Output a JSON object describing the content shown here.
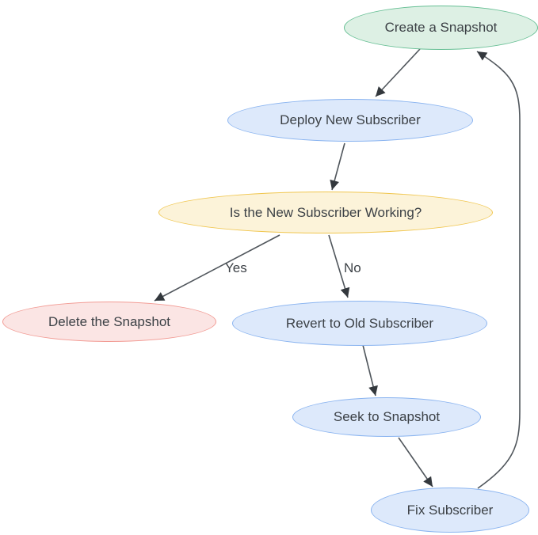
{
  "diagram": {
    "title": "Snapshot / Subscriber deployment flowchart",
    "background_color": "#ffffff",
    "edge_color": "#50565c",
    "arrow_color": "#33383d",
    "text_color": "#3c4146",
    "nodes": [
      {
        "id": "create-snapshot",
        "label": "Create a Snapshot",
        "fill": "#ddf0e4",
        "stroke": "#66bf94"
      },
      {
        "id": "deploy-new-subscriber",
        "label": "Deploy New Subscriber",
        "fill": "#dde9fb",
        "stroke": "#8ab4f0"
      },
      {
        "id": "is-subscriber-working",
        "label": "Is the New Subscriber Working?",
        "fill": "#fcf3d9",
        "stroke": "#f0c64f"
      },
      {
        "id": "delete-snapshot",
        "label": "Delete the Snapshot",
        "fill": "#fbe5e4",
        "stroke": "#f29b94"
      },
      {
        "id": "revert-old-subscriber",
        "label": "Revert to Old Subscriber",
        "fill": "#dde9fb",
        "stroke": "#8ab4f0"
      },
      {
        "id": "seek-to-snapshot",
        "label": "Seek to Snapshot",
        "fill": "#dde9fb",
        "stroke": "#8ab4f0"
      },
      {
        "id": "fix-subscriber",
        "label": "Fix Subscriber",
        "fill": "#dde9fb",
        "stroke": "#8ab4f0"
      }
    ],
    "edges": [
      {
        "from": "create-snapshot",
        "to": "deploy-new-subscriber",
        "label": ""
      },
      {
        "from": "deploy-new-subscriber",
        "to": "is-subscriber-working",
        "label": ""
      },
      {
        "from": "is-subscriber-working",
        "to": "delete-snapshot",
        "label": "Yes"
      },
      {
        "from": "is-subscriber-working",
        "to": "revert-old-subscriber",
        "label": "No"
      },
      {
        "from": "revert-old-subscriber",
        "to": "seek-to-snapshot",
        "label": ""
      },
      {
        "from": "seek-to-snapshot",
        "to": "fix-subscriber",
        "label": ""
      },
      {
        "from": "fix-subscriber",
        "to": "create-snapshot",
        "label": ""
      }
    ]
  }
}
